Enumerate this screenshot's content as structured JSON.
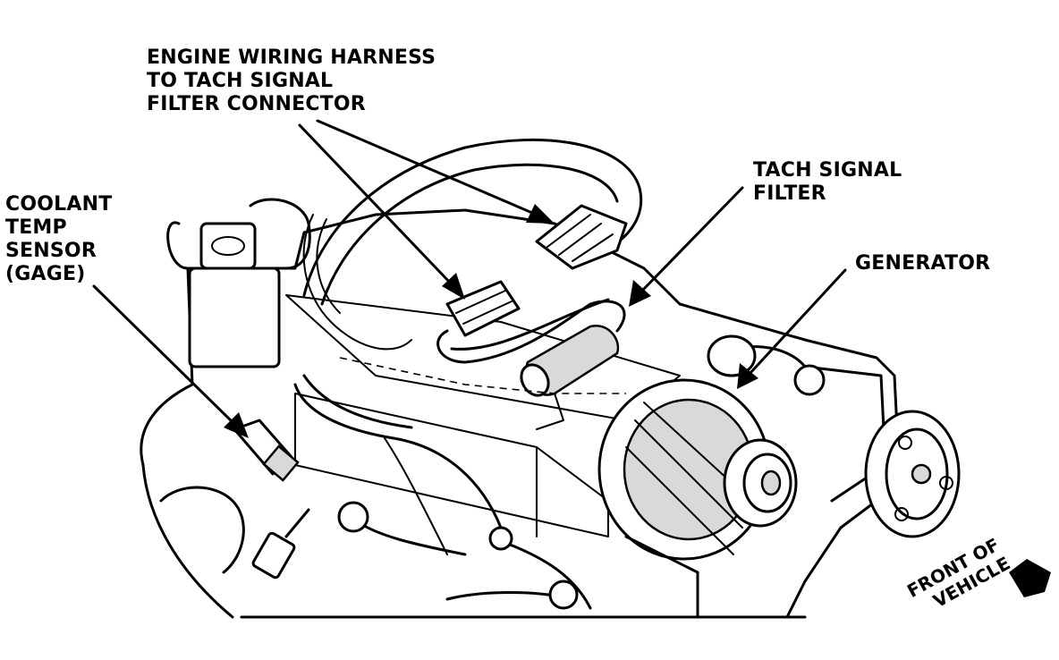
{
  "labels": {
    "harness_connector": [
      "ENGINE WIRING HARNESS",
      "TO TACH SIGNAL",
      "FILTER CONNECTOR"
    ],
    "tach_filter": [
      "TACH SIGNAL",
      "FILTER"
    ],
    "generator": "GENERATOR",
    "coolant_sensor": [
      "COOLANT",
      "TEMP",
      "SENSOR",
      "(GAGE)"
    ],
    "front_of_vehicle": [
      "FRONT OF",
      "VEHICLE"
    ]
  },
  "colors": {
    "ink": "#000000",
    "paper": "#ffffff",
    "shade": "#d9d9d9"
  }
}
